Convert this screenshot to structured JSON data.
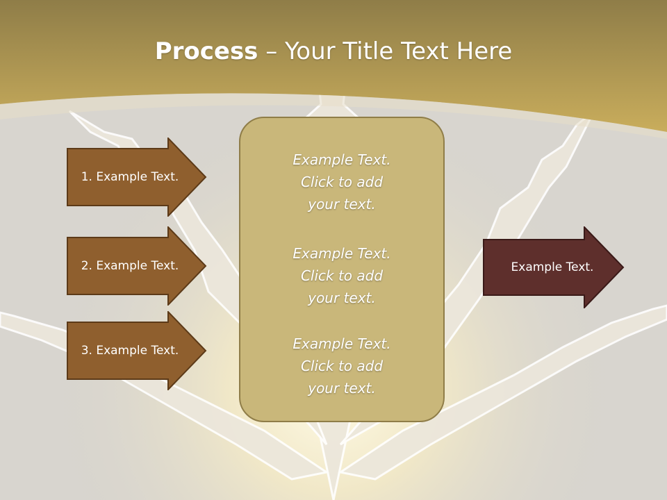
{
  "slide": {
    "title_bold": "Process",
    "title_rest": " – Your Title Text Here"
  },
  "steps": [
    {
      "label": "1. Example Text."
    },
    {
      "label": "2. Example Text."
    },
    {
      "label": "3. Example Text."
    }
  ],
  "center_box": {
    "paragraphs": [
      {
        "line1": "Example Text.",
        "line2": "Click  to add",
        "line3": "your text."
      },
      {
        "line1": "Example Text.",
        "line2": "Click  to add",
        "line3": "your text."
      },
      {
        "line1": "Example Text.",
        "line2": "Click  to add",
        "line3": "your text."
      }
    ]
  },
  "output": {
    "label": "Example Text."
  },
  "colors": {
    "header": "#b89f55",
    "background": "#d8d5cf",
    "step_arrow": "#8f5f2e",
    "center_box": "#c9b77a",
    "output_arrow": "#5e2f2c"
  }
}
